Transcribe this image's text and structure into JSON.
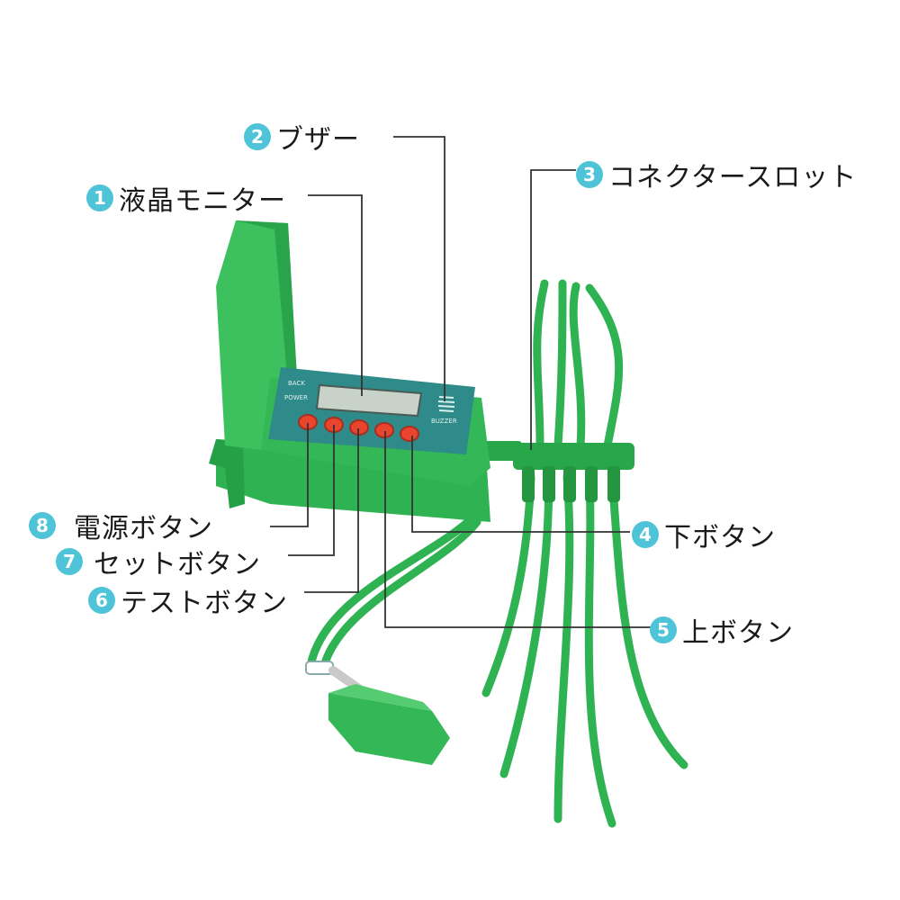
{
  "device": {
    "lcd_tag_top": "BACK",
    "lcd_tag_bottom": "POWER",
    "buzzer_text": "BUZZER",
    "brand_color": "#2fb352",
    "panel_color": "#2f8a8a",
    "button_color": "#e8442e",
    "accent_color": "#4fc4d9"
  },
  "callouts": [
    {
      "id": "buzzer",
      "number": "2",
      "label": "ブザー"
    },
    {
      "id": "lcd",
      "number": "1",
      "label": "液晶モニター"
    },
    {
      "id": "connector",
      "number": "3",
      "label": "コネクタースロット"
    },
    {
      "id": "power",
      "number": "8",
      "label": "電源ボタン"
    },
    {
      "id": "set",
      "number": "7",
      "label": "セットボタン"
    },
    {
      "id": "test",
      "number": "6",
      "label": "テストボタン"
    },
    {
      "id": "down",
      "number": "4",
      "label": "下ボタン"
    },
    {
      "id": "up",
      "number": "5",
      "label": "上ボタン"
    }
  ]
}
